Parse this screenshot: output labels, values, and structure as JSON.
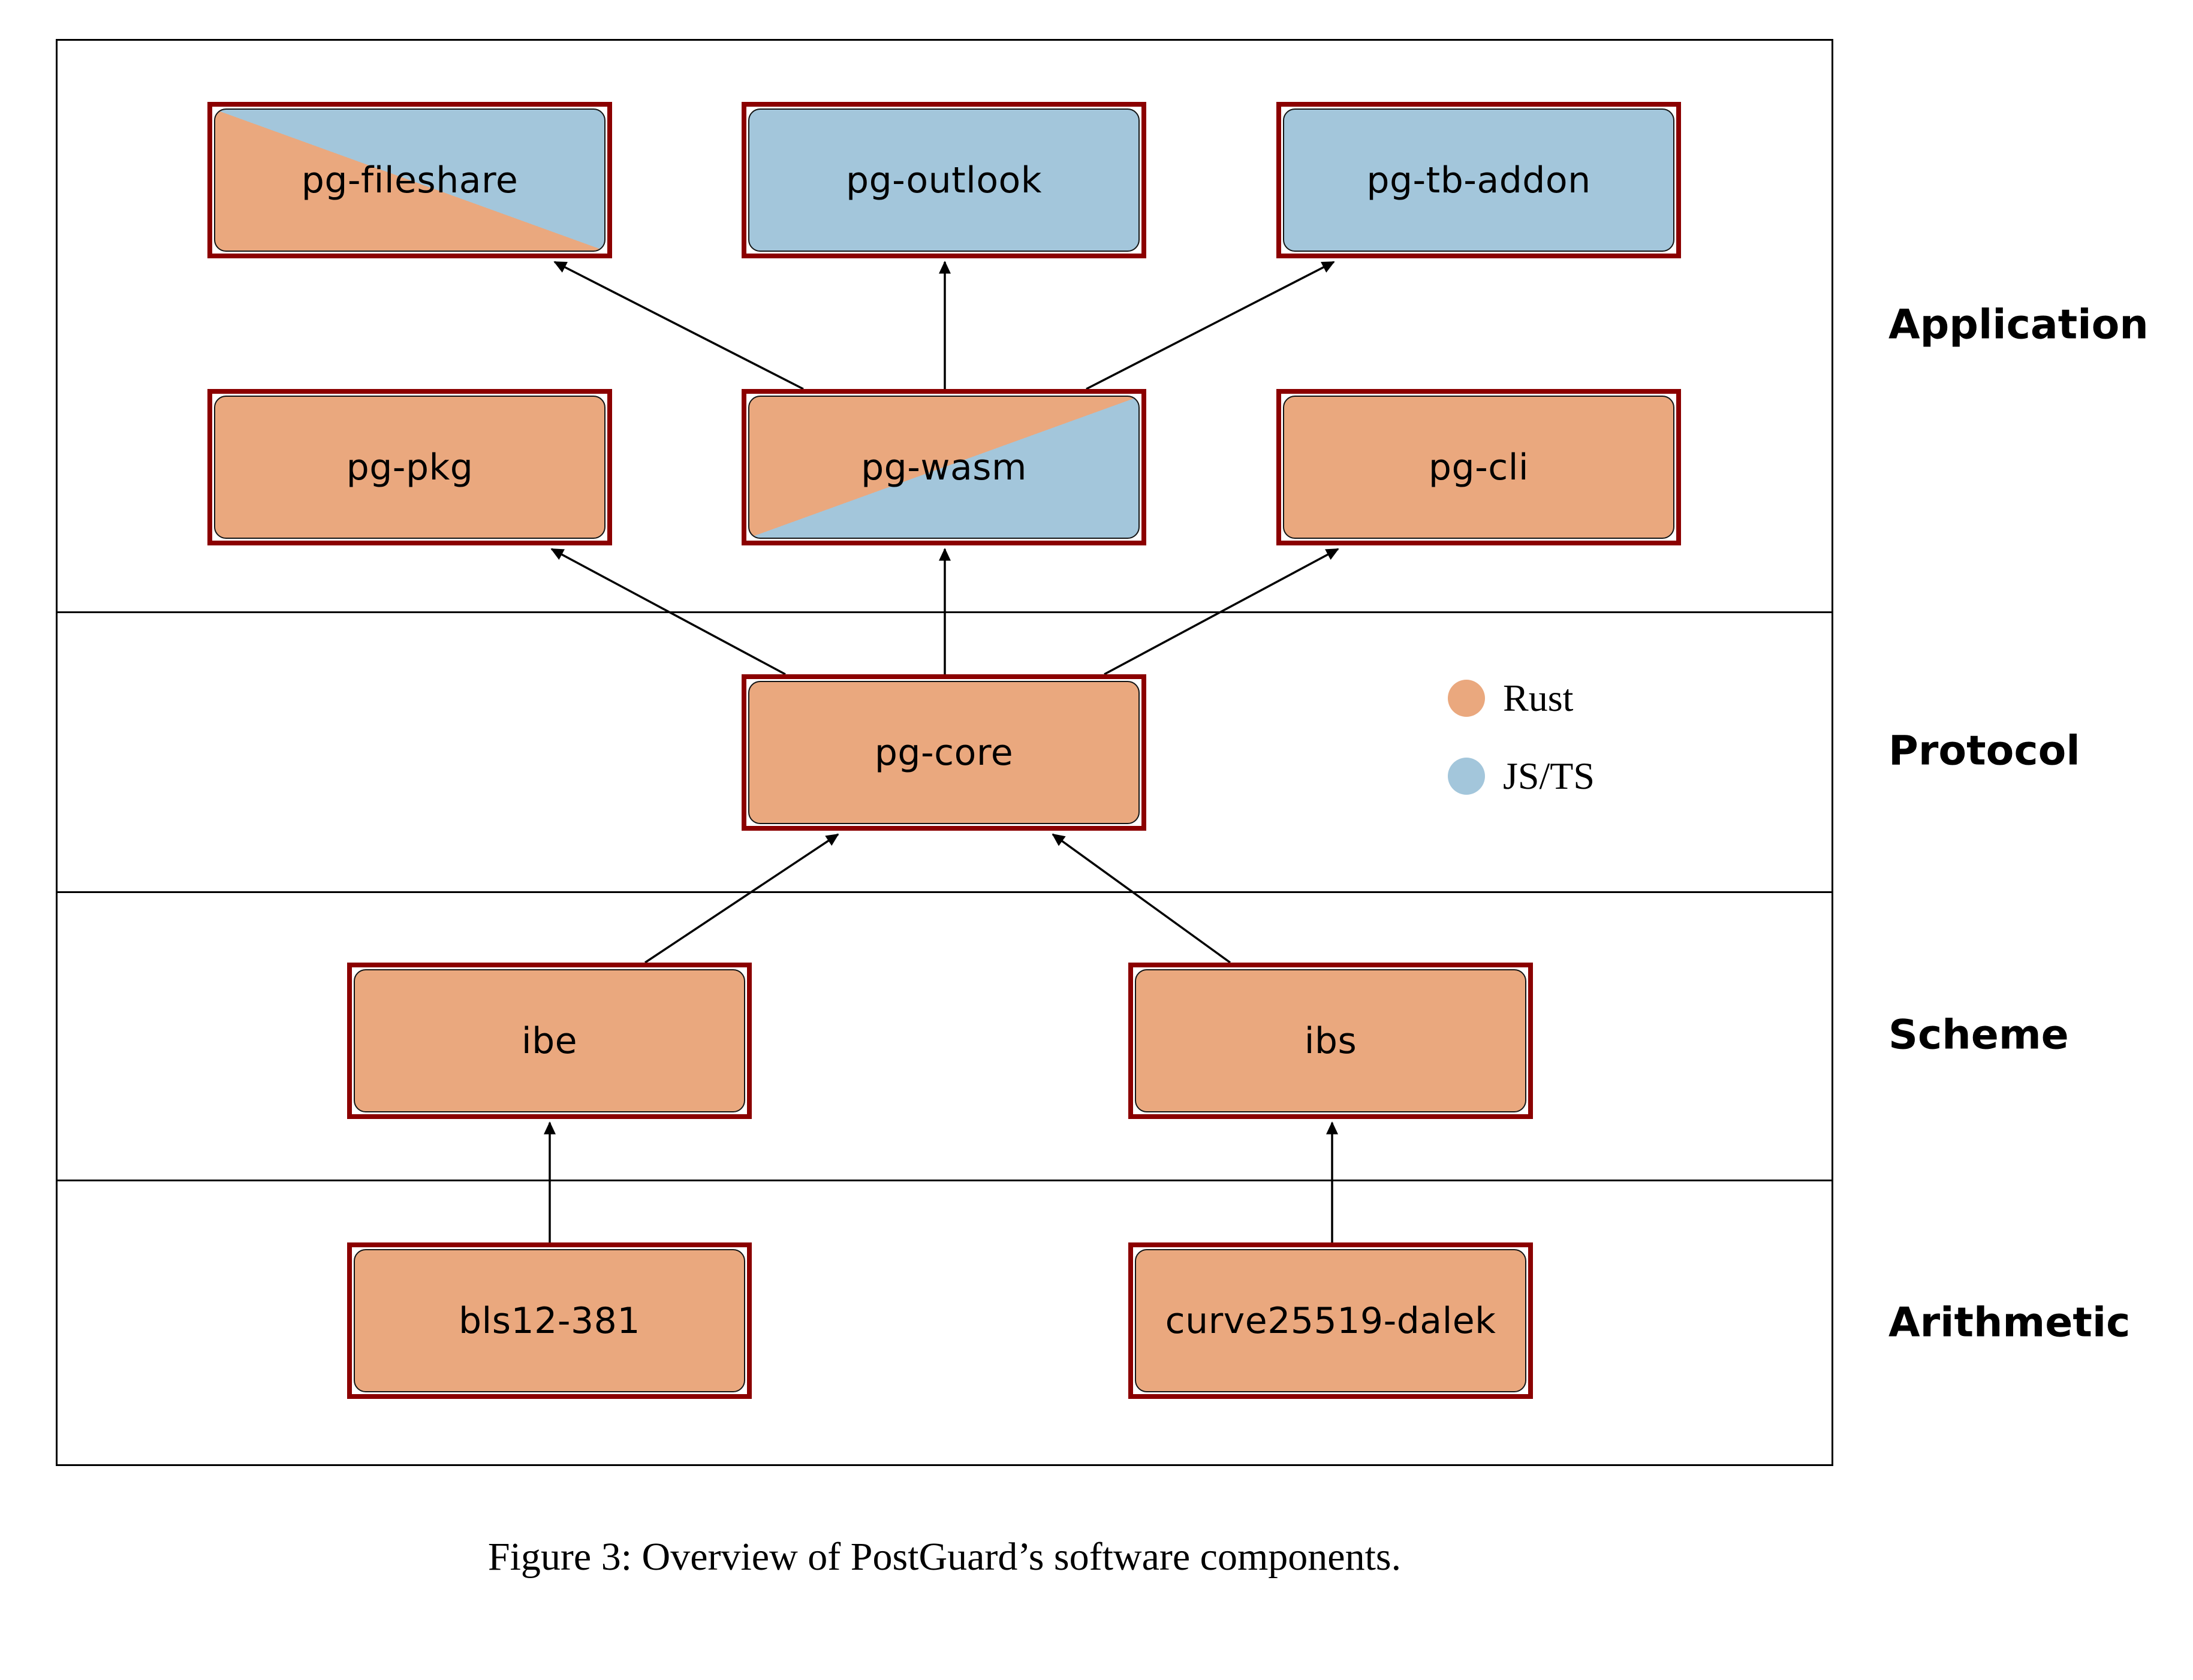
{
  "figure": {
    "caption": "Figure 3: Overview of PostGuard’s software components."
  },
  "colors": {
    "rust": "#EAA87E",
    "jsts": "#A3C6DB",
    "frame": "#8B0000",
    "ink": "#000000"
  },
  "layers": [
    {
      "label": "Application"
    },
    {
      "label": "Protocol"
    },
    {
      "label": "Scheme"
    },
    {
      "label": "Arithmetic"
    }
  ],
  "legend": [
    {
      "label": "Rust",
      "color": "#EAA87E"
    },
    {
      "label": "JS/TS",
      "color": "#A3C6DB"
    }
  ],
  "nodes": [
    {
      "id": "pg-fileshare",
      "label": "pg-fileshare",
      "languages": [
        "Rust",
        "JS/TS"
      ],
      "layer": "Application"
    },
    {
      "id": "pg-outlook",
      "label": "pg-outlook",
      "languages": [
        "JS/TS"
      ],
      "layer": "Application"
    },
    {
      "id": "pg-tb-addon",
      "label": "pg-tb-addon",
      "languages": [
        "JS/TS"
      ],
      "layer": "Application"
    },
    {
      "id": "pg-pkg",
      "label": "pg-pkg",
      "languages": [
        "Rust"
      ],
      "layer": "Application"
    },
    {
      "id": "pg-wasm",
      "label": "pg-wasm",
      "languages": [
        "Rust",
        "JS/TS"
      ],
      "layer": "Application"
    },
    {
      "id": "pg-cli",
      "label": "pg-cli",
      "languages": [
        "Rust"
      ],
      "layer": "Application"
    },
    {
      "id": "pg-core",
      "label": "pg-core",
      "languages": [
        "Rust"
      ],
      "layer": "Protocol"
    },
    {
      "id": "ibe",
      "label": "ibe",
      "languages": [
        "Rust"
      ],
      "layer": "Scheme"
    },
    {
      "id": "ibs",
      "label": "ibs",
      "languages": [
        "Rust"
      ],
      "layer": "Scheme"
    },
    {
      "id": "bls12-381",
      "label": "bls12-381",
      "languages": [
        "Rust"
      ],
      "layer": "Arithmetic"
    },
    {
      "id": "curve25519-dalek",
      "label": "curve25519-dalek",
      "languages": [
        "Rust"
      ],
      "layer": "Arithmetic"
    }
  ],
  "edges": [
    {
      "from": "bls12-381",
      "to": "ibe"
    },
    {
      "from": "curve25519-dalek",
      "to": "ibs"
    },
    {
      "from": "ibe",
      "to": "pg-core"
    },
    {
      "from": "ibs",
      "to": "pg-core"
    },
    {
      "from": "pg-core",
      "to": "pg-pkg"
    },
    {
      "from": "pg-core",
      "to": "pg-wasm"
    },
    {
      "from": "pg-core",
      "to": "pg-cli"
    },
    {
      "from": "pg-wasm",
      "to": "pg-fileshare"
    },
    {
      "from": "pg-wasm",
      "to": "pg-outlook"
    },
    {
      "from": "pg-wasm",
      "to": "pg-tb-addon"
    }
  ]
}
